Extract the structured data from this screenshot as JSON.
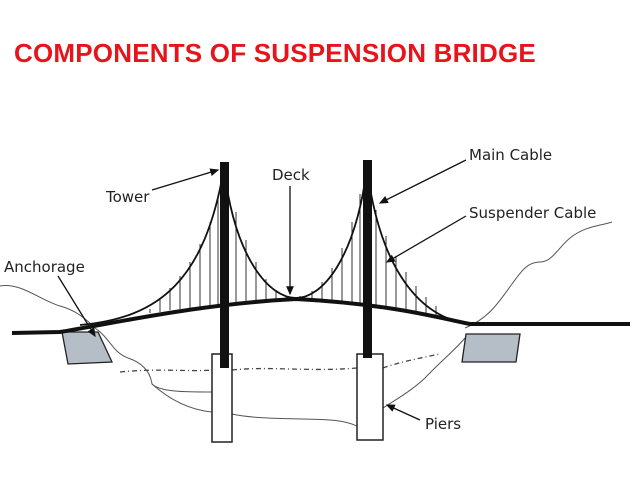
{
  "title": "COMPONENTS OF SUSPENSION BRIDGE",
  "labels": {
    "tower": "Tower",
    "deck": "Deck",
    "main_cable": "Main Cable",
    "suspender_cable": "Suspender Cable",
    "anchorage": "Anchorage",
    "piers": "Piers"
  },
  "colors": {
    "title": "#e8141c",
    "ink": "#111111",
    "anchorage_fill": "#b5bec7"
  }
}
